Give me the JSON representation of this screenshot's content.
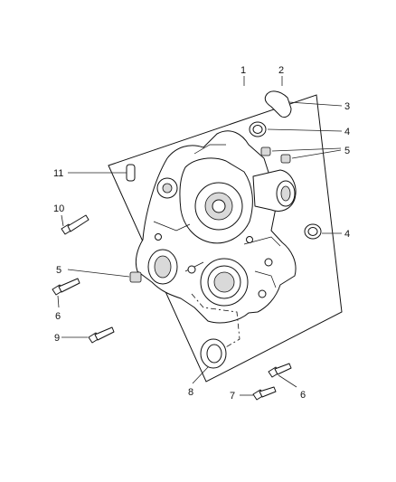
{
  "callouts": [
    {
      "id": "c1",
      "label": "1"
    },
    {
      "id": "c2",
      "label": "2"
    },
    {
      "id": "c3",
      "label": "3"
    },
    {
      "id": "c4a",
      "label": "4"
    },
    {
      "id": "c4b",
      "label": "4"
    },
    {
      "id": "c5a",
      "label": "5"
    },
    {
      "id": "c5b",
      "label": "5"
    },
    {
      "id": "c6a",
      "label": "6"
    },
    {
      "id": "c6b",
      "label": "6"
    },
    {
      "id": "c7",
      "label": "7"
    },
    {
      "id": "c8",
      "label": "8"
    },
    {
      "id": "c9",
      "label": "9"
    },
    {
      "id": "c10",
      "label": "10"
    },
    {
      "id": "c11",
      "label": "11"
    }
  ]
}
